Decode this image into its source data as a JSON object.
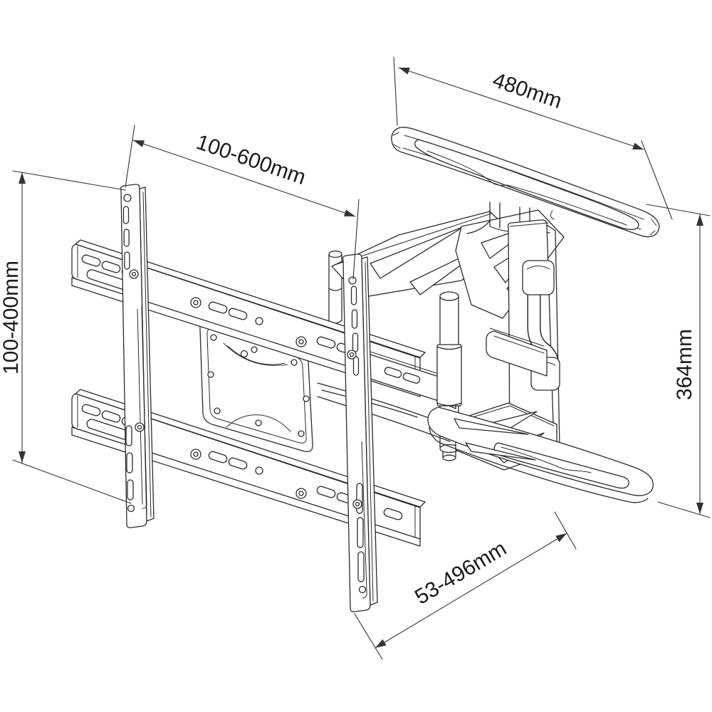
{
  "diagram": {
    "kind": "technical-line-drawing",
    "subject": "Articulating TV wall mount bracket, isometric view with dimension annotations",
    "background_color": "#ffffff",
    "line_color": "#2b2b2b",
    "dimension_line_color": "#333333",
    "text_color": "#1a1a1a",
    "dimensions": {
      "vesa_width_range": {
        "label": "100-600mm"
      },
      "top_bracket_length": {
        "label": "480mm"
      },
      "vesa_height_range": {
        "label": "100-400mm"
      },
      "bracket_vertical_span": {
        "label": "364mm"
      },
      "extension_range": {
        "label": "53-496mm"
      }
    }
  }
}
